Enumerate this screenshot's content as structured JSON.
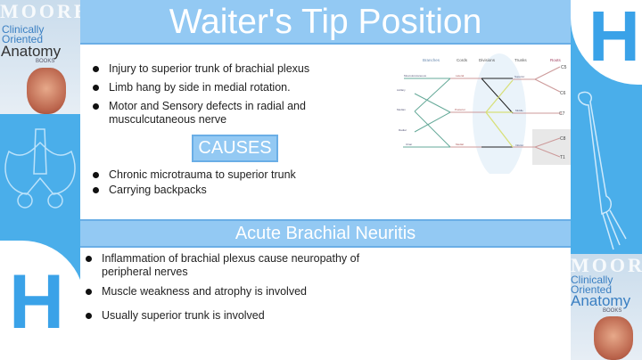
{
  "slide": {
    "title": "Waiter's Tip Position",
    "bullets_top": [
      "Injury to superior trunk of brachial plexus",
      "Limb hang by side in medial rotation.",
      "Motor and Sensory defects in radial and musculcutaneous nerve"
    ],
    "causes_label": "CAUSES",
    "causes": [
      "Chronic microtrauma to superior trunk",
      "Carrying  backpacks"
    ],
    "section_title": "Acute Brachial Neuritis",
    "bullets_bottom": [
      "Inflammation of brachial plexus cause neuropathy of peripheral nerves",
      "Muscle weakness and atrophy is involved",
      "Usually  superior trunk is involved"
    ]
  },
  "diagram": {
    "headers": [
      "Branches",
      "Cords",
      "Divisions",
      "Trunks",
      "Roots"
    ],
    "branches": [
      "Musculocutaneous",
      "Axillary",
      "Median",
      "Radial",
      "Ulnar"
    ],
    "cords": [
      "Lateral",
      "Posterior",
      "Medial"
    ],
    "trunks": [
      "Superior",
      "Middle",
      "Inferior"
    ],
    "roots": [
      "C5",
      "C6",
      "C7",
      "C8",
      "T1"
    ]
  },
  "book": {
    "series": "MOORE",
    "line1": "Clinically",
    "line2": "Oriented",
    "line3": "Anatomy",
    "line4": "BOOKS"
  },
  "logo": {
    "letter": "H"
  },
  "colors": {
    "band": "#93c9f3",
    "background": "#4aaeea"
  }
}
